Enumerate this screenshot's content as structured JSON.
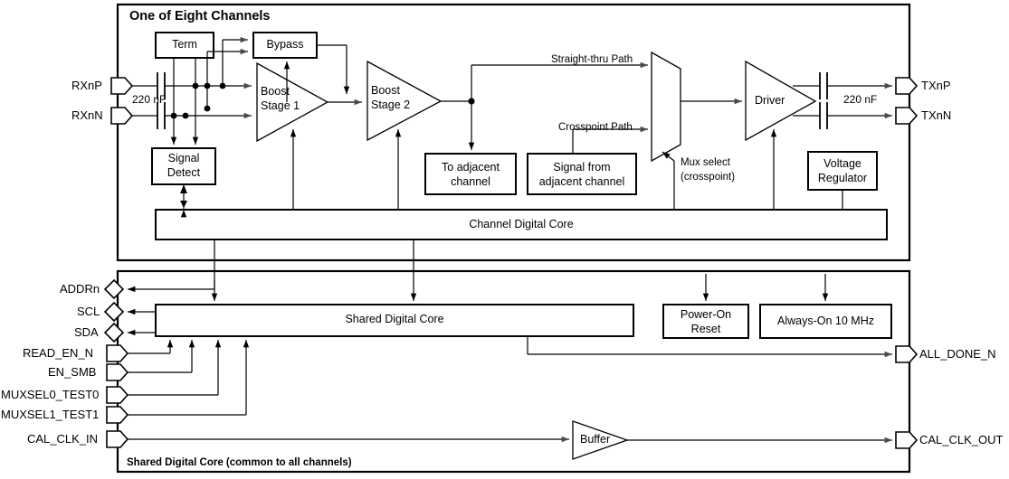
{
  "diagram": {
    "title": "One of Eight Channels",
    "footer": "Shared Digital Core (common to all channels)",
    "channel_core_label": "Channel Digital Core",
    "shared_core_label": "Shared Digital Core"
  },
  "channel": {
    "blocks": {
      "term": "Term",
      "bypass": "Bypass",
      "boost1_line1": "Boost",
      "boost1_line2": "Stage 1",
      "boost2_line1": "Boost",
      "boost2_line2": "Stage 2",
      "signal_detect_line1": "Signal",
      "signal_detect_line2": "Detect",
      "to_adjacent_line1": "To adjacent",
      "to_adjacent_line2": "channel",
      "from_adjacent_line1": "Signal from",
      "from_adjacent_line2": "adjacent channel",
      "driver": "Driver",
      "voltage_regulator_line1": "Voltage",
      "voltage_regulator_line2": "Regulator"
    },
    "labels": {
      "straight_thru_path": "Straight-thru Path",
      "crosspoint_path": "Crosspoint Path",
      "mux_select_line1": "Mux select",
      "mux_select_line2": "(crosspoint)",
      "cap_in": "220 nF",
      "cap_out": "220 nF"
    },
    "pins": {
      "rx_p": "RXnP",
      "rx_n": "RXnN",
      "tx_p": "TXnP",
      "tx_n": "TXnN"
    }
  },
  "shared": {
    "blocks": {
      "power_on_reset_line1": "Power-On",
      "power_on_reset_line2": "Reset",
      "always_on": "Always-On 10 MHz",
      "buffer": "Buffer"
    },
    "pins_left": [
      {
        "label": "ADDRn",
        "type": "bidirectional"
      },
      {
        "label": "SCL",
        "type": "bidirectional"
      },
      {
        "label": "SDA",
        "type": "bidirectional"
      },
      {
        "label": "READ_EN_N",
        "type": "input"
      },
      {
        "label": "EN_SMB",
        "type": "input"
      },
      {
        "label": "MUXSEL0_TEST0",
        "type": "input"
      },
      {
        "label": "MUXSEL1_TEST1",
        "type": "input"
      },
      {
        "label": "CAL_CLK_IN",
        "type": "input"
      }
    ],
    "pins_right": [
      {
        "label": "ALL_DONE_N",
        "type": "output"
      },
      {
        "label": "CAL_CLK_OUT",
        "type": "output"
      }
    ]
  },
  "colors": {
    "stroke": "#000000",
    "background": "#ffffff",
    "fill": "#ffffff"
  }
}
